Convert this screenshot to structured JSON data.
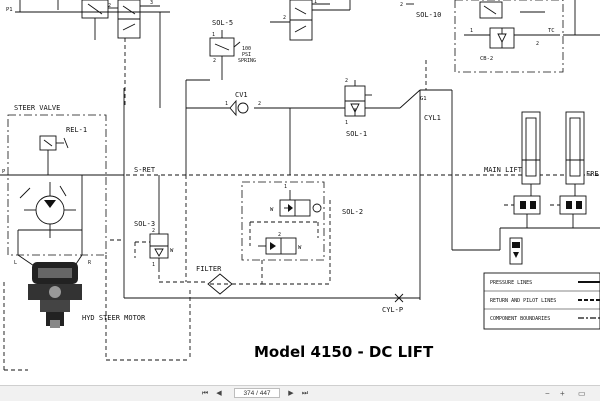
{
  "diagram": {
    "title": "Model 4150 - DC LIFT",
    "labels": {
      "steer_valve": "STEER VALVE",
      "rel1": "REL-1",
      "sol5": "SOL-5",
      "sol5_note_1": "100",
      "sol5_note_2": "PSI",
      "sol5_note_3": "SPRING",
      "sol10": "SOL-10",
      "cb2": "CB-2",
      "tc": "TC",
      "cv1": "CV1",
      "sol1": "SOL-1",
      "g1": "G1",
      "cyl1": "CYL1",
      "main_lift": "MAIN LIFT",
      "fre": "FRE",
      "s_ret": "S-RET",
      "sol3": "SOL-3",
      "sol2": "SOL-2",
      "filter": "FILTER",
      "cyl_p": "CYL-P",
      "hyd_steer_motor": "HYD STEER MOTOR",
      "p_left": "P",
      "p1": "P1",
      "l_port": "L",
      "r_port": "R"
    },
    "ports": {
      "one": "1",
      "two": "2",
      "three": "3"
    },
    "legend": [
      {
        "label": "PRESSURE LINES"
      },
      {
        "label": "RETURN AND PILOT LINES"
      },
      {
        "label": "COMPONENT BOUNDARIES"
      }
    ]
  },
  "toolbar": {
    "first": "⏮",
    "prev": "◀",
    "page": "374 / 447",
    "next": "▶",
    "last": "⏭",
    "zoom_out": "−",
    "zoom_in": "+",
    "fit": "▭"
  }
}
